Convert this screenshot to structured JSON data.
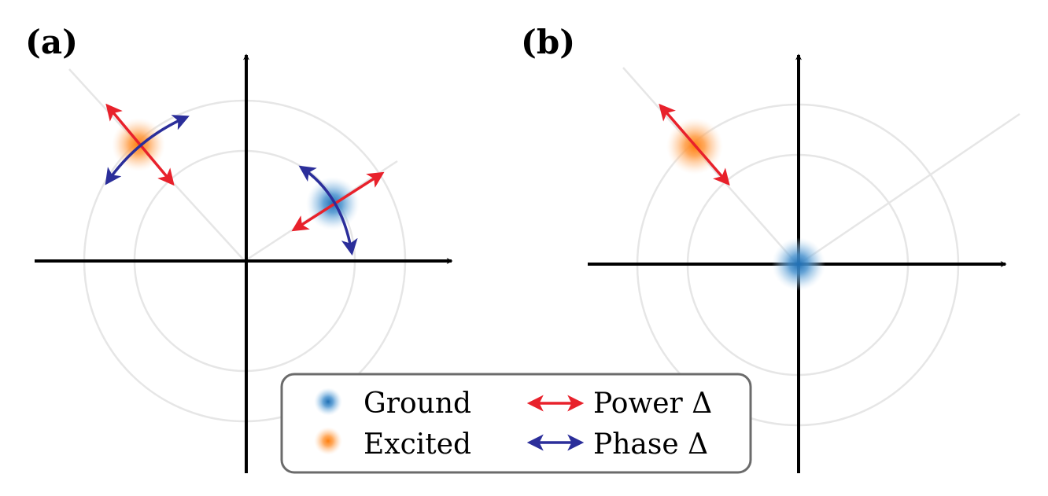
{
  "panels": [
    {
      "label": "(a)"
    },
    {
      "label": "(b)"
    }
  ],
  "legend": {
    "ground": "Ground",
    "excited": "Excited",
    "power": "Power Δ",
    "phase": "Phase Δ"
  },
  "colors": {
    "axis": "#000000",
    "guide": "#e6e6e6",
    "ground": "#2f7fc1",
    "excited": "#ff7f0e",
    "power_arrow": "#e8212b",
    "phase_arrow": "#2b2e9a",
    "legend_border": "#6b6b6b"
  }
}
